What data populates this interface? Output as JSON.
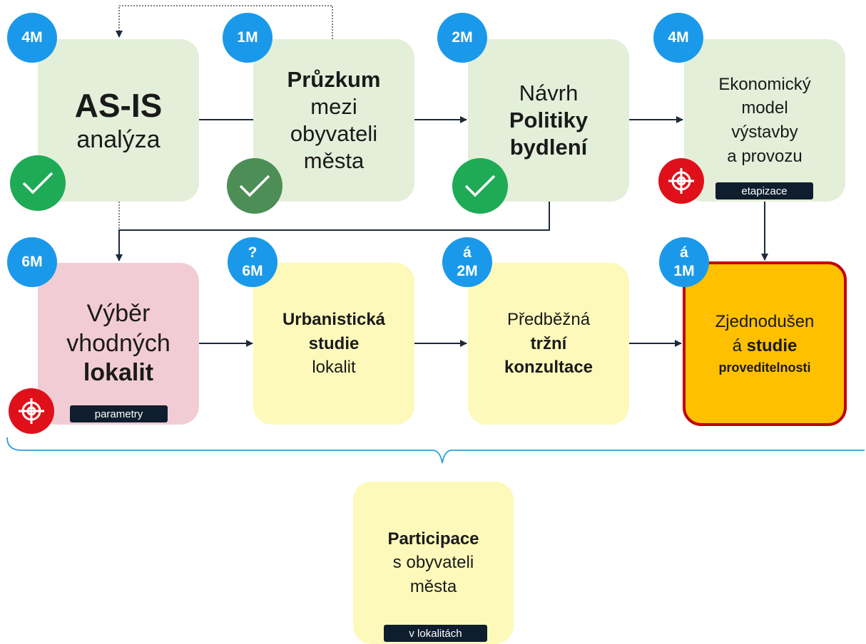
{
  "top_row": [
    {
      "badge": [
        "4M"
      ],
      "lines": [
        {
          "text": "AS-IS",
          "bold": true
        },
        {
          "text": "analýza",
          "bold": false
        }
      ],
      "status": "done"
    },
    {
      "badge": [
        "1M"
      ],
      "lines": [
        {
          "text": "Průzkum",
          "bold": true
        },
        {
          "text": "mezi",
          "bold": false
        },
        {
          "text": "obyvateli",
          "bold": false
        },
        {
          "text": "města",
          "bold": false
        }
      ],
      "status": "done"
    },
    {
      "badge": [
        "2M"
      ],
      "lines": [
        {
          "text": "Návrh",
          "bold": false
        },
        {
          "text": "Politiky",
          "bold": true
        },
        {
          "text": "bydlení",
          "bold": true
        }
      ],
      "status": "done"
    },
    {
      "badge": [
        "4M"
      ],
      "lines": [
        {
          "text": "Ekonomický",
          "bold": false
        },
        {
          "text": "model",
          "bold": false
        },
        {
          "text": "výstavby",
          "bold": false
        },
        {
          "text": "a provozu",
          "bold": false
        }
      ],
      "status": "target",
      "tag": "etapizace"
    }
  ],
  "bottom_row": [
    {
      "badge": [
        "6M"
      ],
      "lines": [
        {
          "text": "Výběr",
          "bold": false
        },
        {
          "text": "vhodných",
          "bold": false
        },
        {
          "text": "lokalit",
          "bold": true
        }
      ],
      "status": "target",
      "tag": "parametry"
    },
    {
      "badge": [
        "?",
        "6M"
      ],
      "lines": [
        {
          "text": "Urbanistická",
          "bold": true
        },
        {
          "text": "studie",
          "bold": true
        },
        {
          "text": "lokalit",
          "bold": false
        }
      ]
    },
    {
      "badge": [
        "á",
        "2M"
      ],
      "lines": [
        {
          "text": "Předběžná",
          "bold": false
        },
        {
          "text": "tržní",
          "bold": true
        },
        {
          "text": "konzultace",
          "bold": true
        }
      ]
    },
    {
      "badge": [
        "á",
        "1M"
      ],
      "lines": [
        {
          "text": "Zjednodušen",
          "bold": false
        },
        {
          "text": "á ",
          "bold": false,
          "tail": "studie",
          "tail_bold": true
        },
        {
          "text": "proveditelnosti",
          "bold": true
        }
      ]
    }
  ],
  "participation": {
    "lines": [
      {
        "text": "Participace",
        "bold": true
      },
      {
        "text": "s obyvateli",
        "bold": false
      },
      {
        "text": "města",
        "bold": false
      }
    ],
    "tag": "v lokalitách"
  },
  "icons": {
    "done": "checkmark-icon",
    "target": "target-icon"
  },
  "colors": {
    "badge": "#1a99ea",
    "done_box": "#e3efd9",
    "selection_box": "#f2ccd4",
    "future_box": "#fdf9ba",
    "final_box": "#ffc000",
    "final_border": "#c00000",
    "check": "#1faa55",
    "target": "#e0101a",
    "tag": "#0e1e2e",
    "arrow": "#1c2a3a",
    "brace": "#2aa0dc"
  }
}
